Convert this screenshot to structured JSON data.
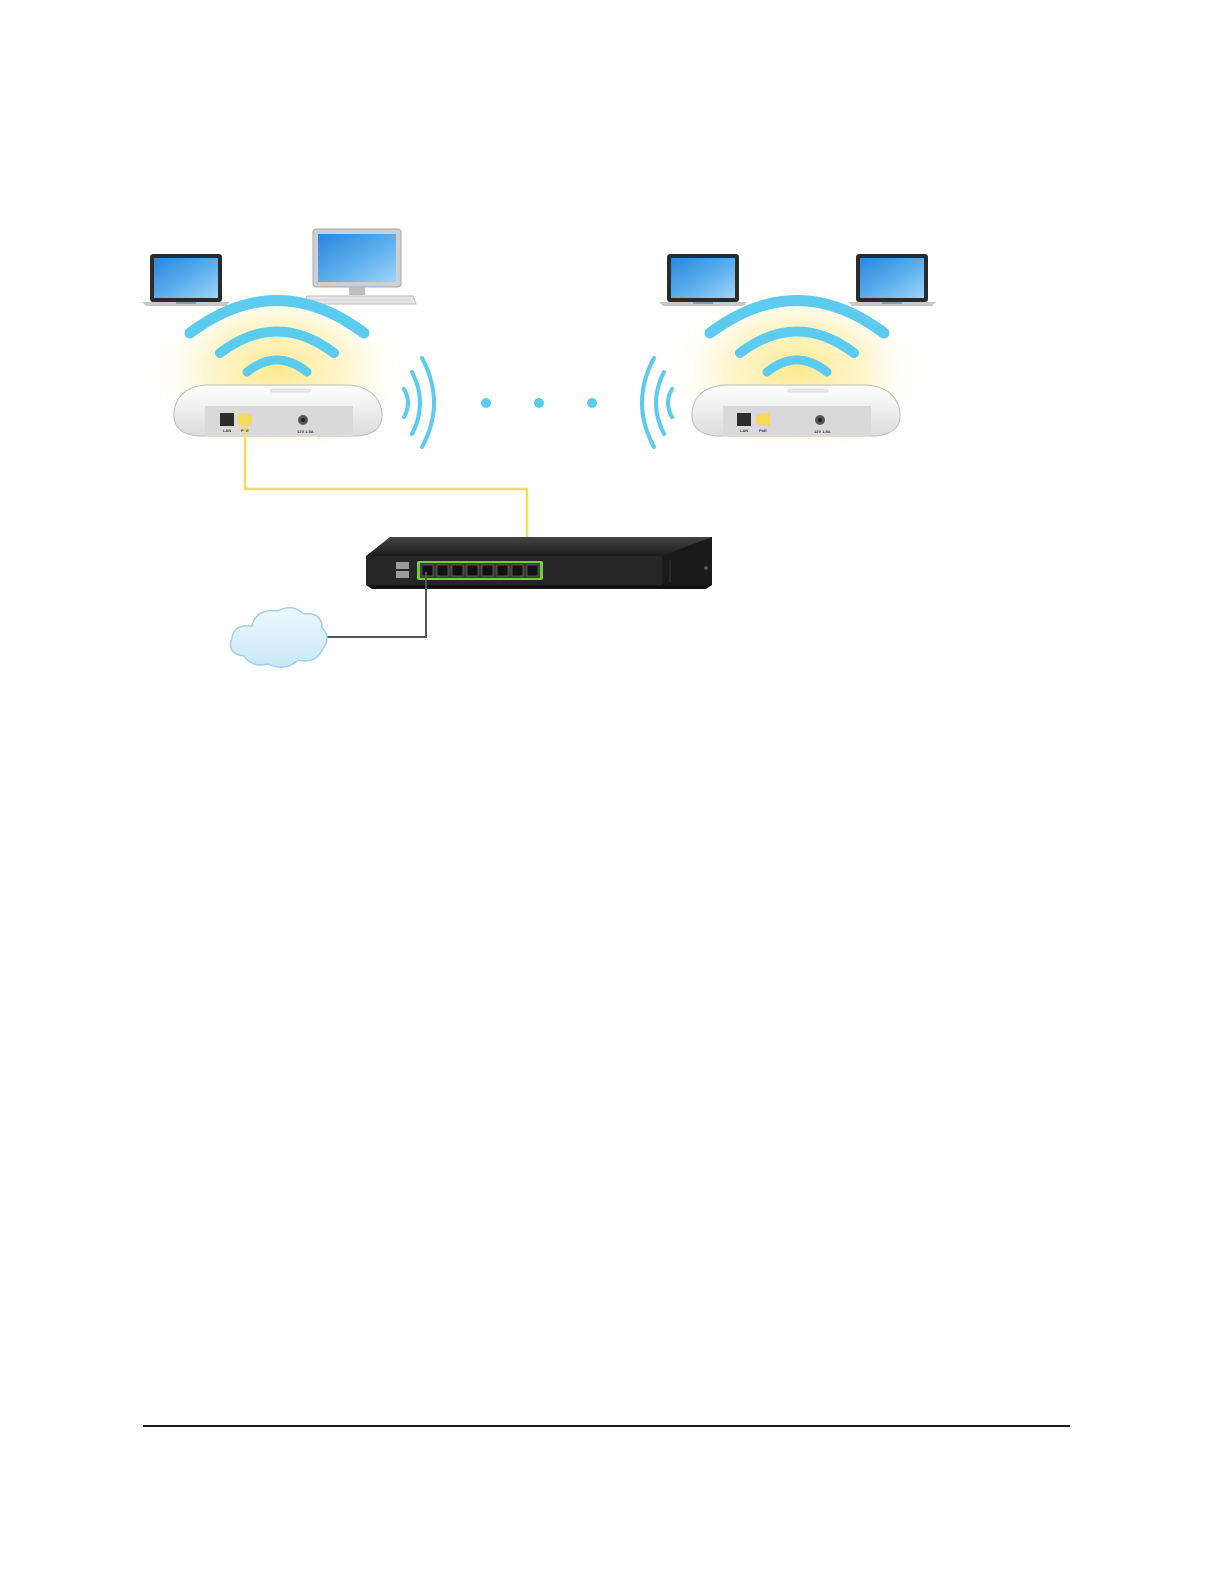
{
  "diagram": {
    "access_points": [
      {
        "lan_port": "LAN",
        "poe_port": "PoE",
        "power_port": "12V 1.5A"
      },
      {
        "lan_port": "LAN",
        "poe_port": "PoE",
        "power_port": "12V 1.5A"
      }
    ],
    "colors": {
      "wifi_wave": "#5ccbf0",
      "glow": "#fde98a",
      "poe_cable": "#f2dc5a",
      "internet_cable": "#555555",
      "cloud": "#d9effb",
      "switch_body": "#222222",
      "switch_port_highlight": "#6fcf3a"
    },
    "icons": [
      "laptop-icon",
      "desktop-monitor-icon",
      "wifi-waves-icon",
      "access-point-icon",
      "network-switch-icon",
      "internet-cloud-icon"
    ]
  }
}
